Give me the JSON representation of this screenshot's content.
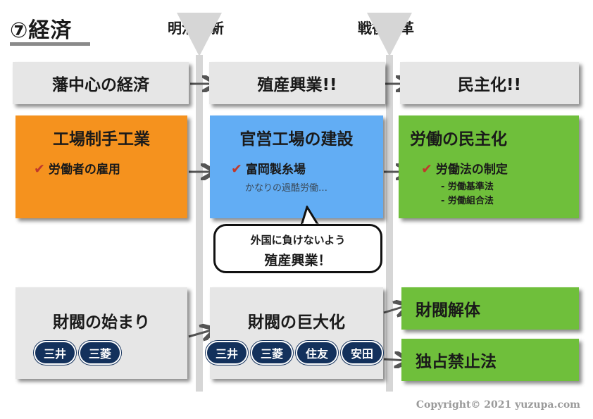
{
  "title": "⑦経済",
  "eras": {
    "meiji": "明治維新",
    "postwar": "戦後改革"
  },
  "columns": {
    "edo": "藩中心の経済",
    "meiji": "殖産興業!!",
    "postwar": "民主化!!"
  },
  "industry": {
    "edo": {
      "title": "工場制手工業",
      "items": [
        "労働者の雇用"
      ]
    },
    "meiji": {
      "title": "官営工場の建設",
      "items": [
        "富岡製糸場"
      ],
      "note": "かなりの過酷労働…"
    },
    "postwar": {
      "title": "労働の民主化",
      "items": [
        "労働法の制定"
      ],
      "subitems": [
        "- 労働基準法",
        "- 労働組合法"
      ]
    }
  },
  "bubble": {
    "line1": "外国に負けないよう",
    "line2": "殖産興業！"
  },
  "zaibatsu": {
    "edo": {
      "title": "財閥の始まり",
      "tags": [
        "三井",
        "三菱"
      ]
    },
    "meiji": {
      "title": "財閥の巨大化",
      "tags": [
        "三井",
        "三菱",
        "住友",
        "安田"
      ]
    },
    "postwar": [
      "財閥解体",
      "独占禁止法"
    ]
  },
  "copyright": "Copyright© 2021 yuzupa.com",
  "colors": {
    "grey": "#e6e6e6",
    "orange": "#f5921e",
    "blue": "#62adf4",
    "green": "#6fbf3b",
    "navy": "#13315c",
    "check": "#c0392b"
  }
}
